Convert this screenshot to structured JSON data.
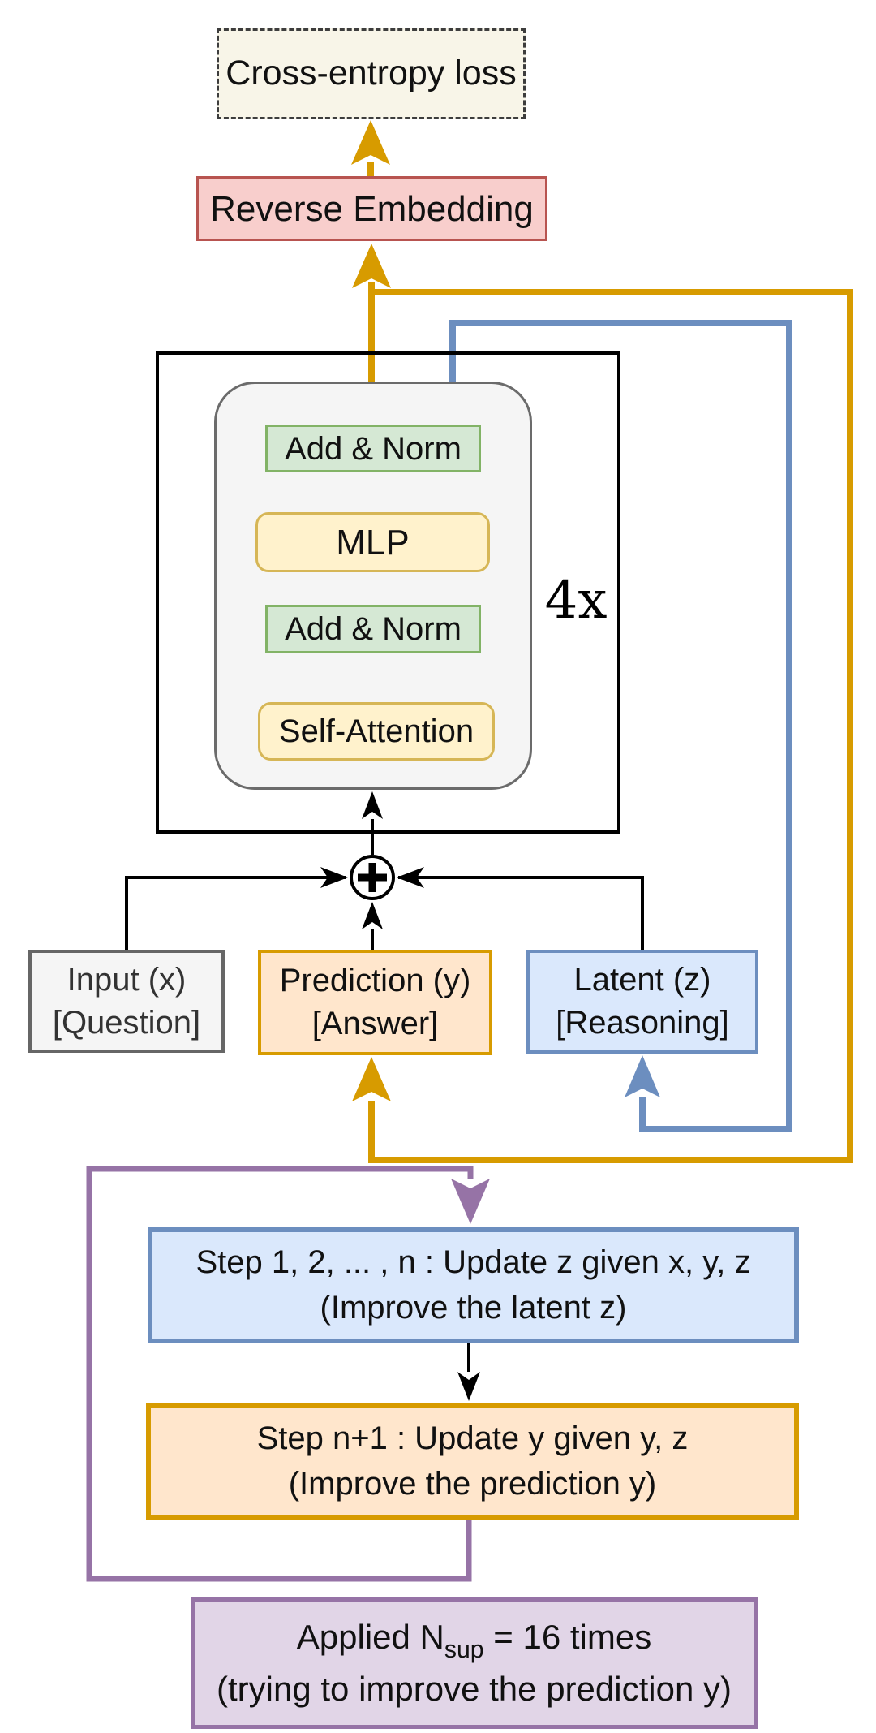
{
  "colors": {
    "gold_arrow": "#D79B00",
    "blue_arrow": "#6C8EBF",
    "purple_arrow": "#9673A6",
    "black_arrow": "#000000",
    "loss_fill": "#f8f5e8",
    "reverse_embedding_fill": "#f8cecc",
    "reverse_embedding_border": "#b85450",
    "norm_fill": "#d5e8d4",
    "norm_border": "#82b366",
    "mlp_fill": "#fff2cc",
    "mlp_border": "#d6b656",
    "input_fill": "#f5f5f5",
    "prediction_fill": "#ffe6cc",
    "latent_fill": "#dae8fc",
    "applied_fill": "#e1d5e7"
  },
  "top": {
    "loss_label": "Cross-entropy loss",
    "reverse_embedding_label": "Reverse Embedding"
  },
  "transformer_block": {
    "repeat_label": "4x",
    "layers": [
      {
        "label": "Add & Norm"
      },
      {
        "label": "MLP"
      },
      {
        "label": "Add & Norm"
      },
      {
        "label": "Self-Attention"
      }
    ]
  },
  "states": {
    "input": {
      "line1": "Input (x)",
      "line2": "[Question]"
    },
    "prediction": {
      "line1": "Prediction (y)",
      "line2": "[Answer]"
    },
    "latent": {
      "line1": "Latent (z)",
      "line2": "[Reasoning]"
    }
  },
  "loop": {
    "update_z": {
      "line1": "Step 1, 2, ... , n : Update z given x, y, z",
      "line2": "(Improve the latent z)"
    },
    "update_y": {
      "line1": "Step n+1 : Update y given y, z",
      "line2": "(Improve the prediction y)"
    },
    "applied": {
      "prefix": "Applied N",
      "subscript": "sup",
      "suffix": " = 16 times",
      "line2": "(trying to improve the prediction y)"
    }
  }
}
